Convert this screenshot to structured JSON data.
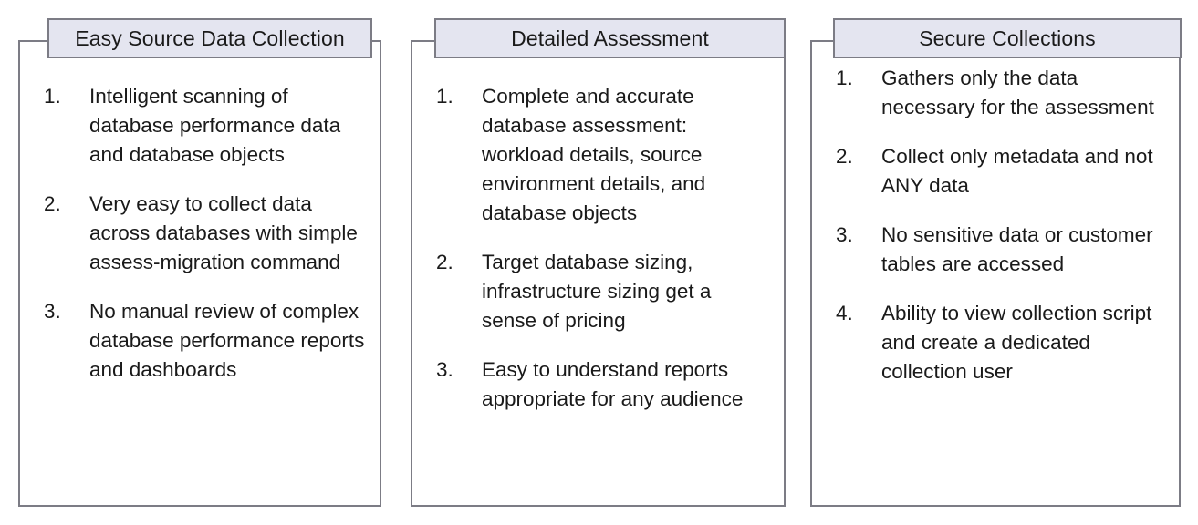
{
  "diagram": {
    "title": "Easy Source Data Collection / Detailed Assessment / Secure Collections",
    "colors": {
      "header_fill": "#e4e5f0",
      "border": "#7c7c85",
      "text": "#1a1a1a",
      "background": "#ffffff"
    },
    "panels": [
      {
        "header": "Easy Source Data Collection",
        "items": [
          {
            "number": "1.",
            "text": "Intelligent scanning of database performance data and database objects"
          },
          {
            "number": "2.",
            "text": "Very easy to collect data across databases with simple assess-migration command"
          },
          {
            "number": "3.",
            "text": "No manual review of complex database performance reports and dashboards"
          }
        ]
      },
      {
        "header": "Detailed Assessment",
        "items": [
          {
            "number": "1.",
            "text": "Complete and accurate database assessment: workload details, source environment details, and database objects"
          },
          {
            "number": "2.",
            "text": "Target database sizing, infrastructure sizing get a sense of pricing"
          },
          {
            "number": "3.",
            "text": "Easy to understand reports appropriate for any audience"
          }
        ]
      },
      {
        "header": "Secure Collections",
        "items": [
          {
            "number": "1.",
            "text": "Gathers only the data necessary for the assessment"
          },
          {
            "number": "2.",
            "text": "Collect only metadata and not ANY data"
          },
          {
            "number": "3.",
            "text": "No sensitive data or customer tables are accessed"
          },
          {
            "number": "4.",
            "text": "Ability to view collection script and create a dedicated collection user"
          }
        ]
      }
    ]
  }
}
